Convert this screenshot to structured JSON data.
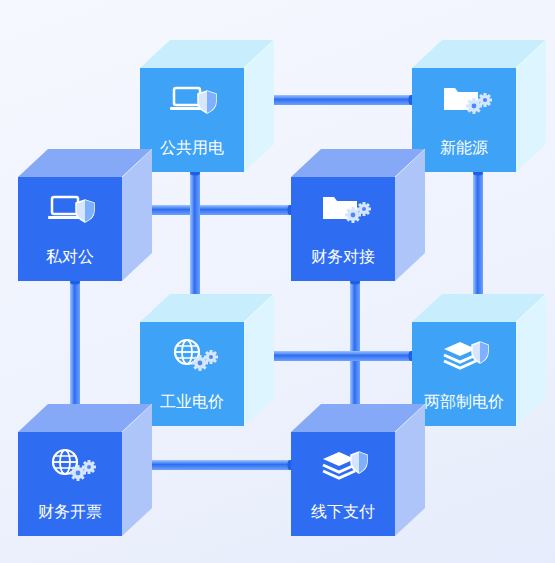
{
  "diagram": {
    "nodes": [
      {
        "text": [
          "公共用电"
        ]
      },
      {
        "text": [
          "新能源"
        ]
      },
      {
        "text": [
          "私对公"
        ]
      },
      {
        "text": [
          "财务对接"
        ]
      },
      {
        "text": [
          "工业电价"
        ]
      },
      {
        "text": [
          "两部制电价"
        ]
      },
      {
        "text": [
          "财务开票"
        ]
      },
      {
        "text": [
          "线下支付"
        ]
      }
    ],
    "edges": [
      {
        "from": 0,
        "to": 1,
        "arrow": "none"
      },
      {
        "from": 2,
        "to": 3,
        "arrow": "none"
      },
      {
        "from": 0,
        "to": 4,
        "arrow": "none"
      },
      {
        "from": 1,
        "to": 5,
        "arrow": "none"
      },
      {
        "from": 3,
        "to": 7,
        "arrow": "none"
      },
      {
        "from": 2,
        "to": 6,
        "arrow": "none"
      },
      {
        "from": 4,
        "to": 5,
        "arrow": "none"
      },
      {
        "from": 6,
        "to": 7,
        "arrow": "none"
      }
    ]
  }
}
